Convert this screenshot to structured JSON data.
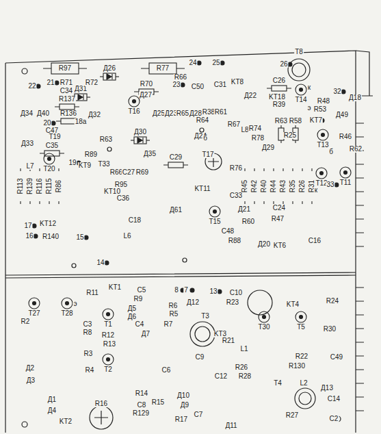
{
  "diagram": {
    "labels": [
      "R97",
      "Д26",
      "R77",
      "24",
      "25",
      "26",
      "T8",
      "R66",
      "23",
      "C50",
      "C31",
      "KT8",
      "C26",
      "Д22",
      "22",
      "21",
      "R71",
      "C34",
      "R137",
      "R136",
      "Д31",
      "R72",
      "18а",
      "Д32",
      "20",
      "Д34",
      "Д40",
      "R70",
      "Д27",
      "KT18",
      "T14",
      "R48",
      "32",
      "Д18",
      "R39",
      "R53",
      "T16",
      "Д25",
      "Д23",
      "R65",
      "Д28",
      "R38",
      "R61",
      "R63",
      "R58",
      "KT7",
      "Д49",
      "C47",
      "Д30",
      "Д24",
      "R64",
      "R67",
      "L8",
      "R74",
      "Д33",
      "T19",
      "R63",
      "R78",
      "Д29",
      "R25",
      "T13",
      "R46",
      "R62",
      "C35",
      "Д35",
      "C29",
      "T17",
      "L7",
      "T20",
      "R89",
      "19",
      "KT9",
      "T33",
      "R66",
      "C27",
      "R69",
      "R76",
      "R45",
      "R42",
      "R40",
      "R44",
      "R43",
      "R35",
      "R26",
      "R31",
      "KT10",
      "R95",
      "C36",
      "KT11",
      "C33",
      "T12",
      "T11",
      "33",
      "Д21",
      "C24",
      "Д61",
      "C18",
      "T15",
      "R60",
      "R47",
      "C48",
      "17",
      "16",
      "KT12",
      "R140",
      "15",
      "L6",
      "R88",
      "Д20",
      "KT6",
      "C16",
      "14",
      "R113",
      "R139",
      "R116",
      "R115",
      "R86",
      "T27",
      "T28",
      "R11",
      "KT1",
      "C5",
      "8",
      "7",
      "13",
      "C10",
      "R23",
      "Д12",
      "KT4",
      "R24",
      "R9",
      "Д5",
      "Д6",
      "R6",
      "R5",
      "C4",
      "R7",
      "T1",
      "Д7",
      "C3",
      "R8",
      "R12",
      "R13",
      "R3",
      "R4",
      "T2",
      "R2",
      "Д2",
      "Д3",
      "Д1",
      "Д4",
      "KT2",
      "R16",
      "C6",
      "R14",
      "C8",
      "R129",
      "R15",
      "Д10",
      "Д9",
      "R17",
      "C7",
      "T3",
      "KT3",
      "R21",
      "C9",
      "L1",
      "R26",
      "R28",
      "C12",
      "T30",
      "T5",
      "R30",
      "R22",
      "R130",
      "C49",
      "L2",
      "T4",
      "Д13",
      "C14",
      "C2",
      "R27",
      "Д11",
      "б",
      "к",
      "э",
      "б",
      "к",
      "э"
    ]
  }
}
